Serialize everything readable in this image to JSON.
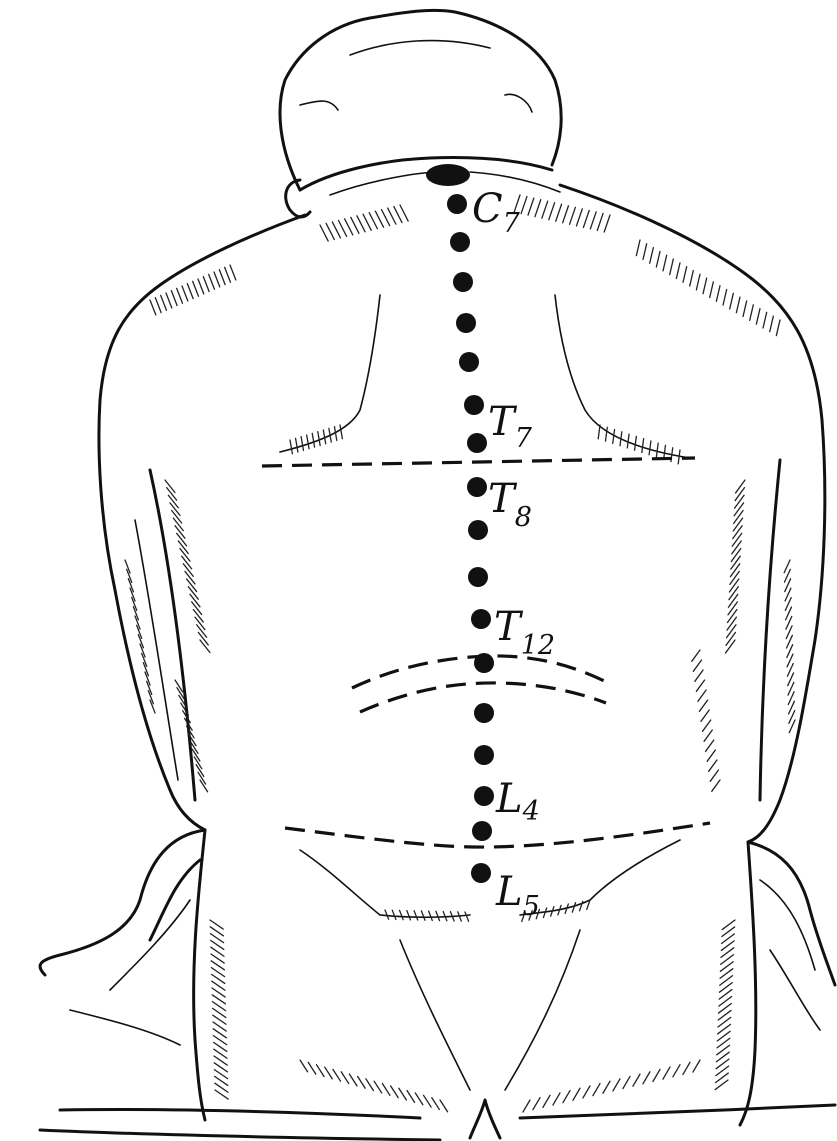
{
  "diagram": {
    "vertebra_labels": [
      {
        "id": "c7",
        "letter": "C",
        "subscript": "7"
      },
      {
        "id": "t7",
        "letter": "T",
        "subscript": "7"
      },
      {
        "id": "t8",
        "letter": "T",
        "subscript": "8"
      },
      {
        "id": "t12",
        "letter": "T",
        "subscript": "12"
      },
      {
        "id": "l4",
        "letter": "L",
        "subscript": "4"
      },
      {
        "id": "l5",
        "letter": "L",
        "subscript": "5"
      }
    ]
  }
}
